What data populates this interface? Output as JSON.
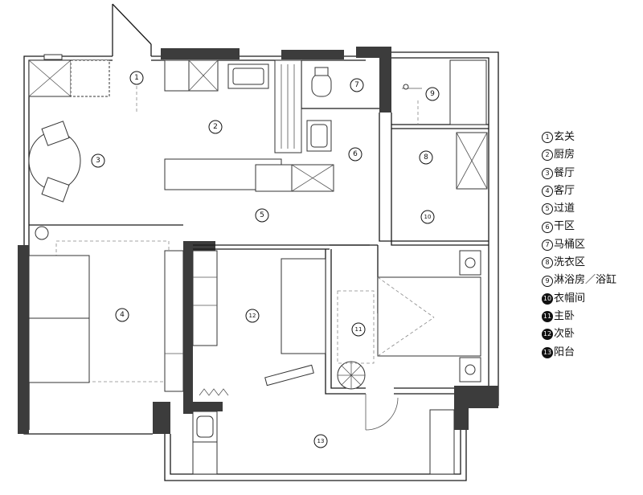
{
  "rooms": [
    {
      "num": "1",
      "label": "玄关"
    },
    {
      "num": "2",
      "label": "厨房"
    },
    {
      "num": "3",
      "label": "餐厅"
    },
    {
      "num": "4",
      "label": "客厅"
    },
    {
      "num": "5",
      "label": "过道"
    },
    {
      "num": "6",
      "label": "干区"
    },
    {
      "num": "7",
      "label": "马桶区"
    },
    {
      "num": "8",
      "label": "洗衣区"
    },
    {
      "num": "9",
      "label": "淋浴房／浴缸"
    },
    {
      "num": "10",
      "label": "衣帽间"
    },
    {
      "num": "11",
      "label": "主卧"
    },
    {
      "num": "12",
      "label": "次卧"
    },
    {
      "num": "13",
      "label": "阳台"
    }
  ]
}
